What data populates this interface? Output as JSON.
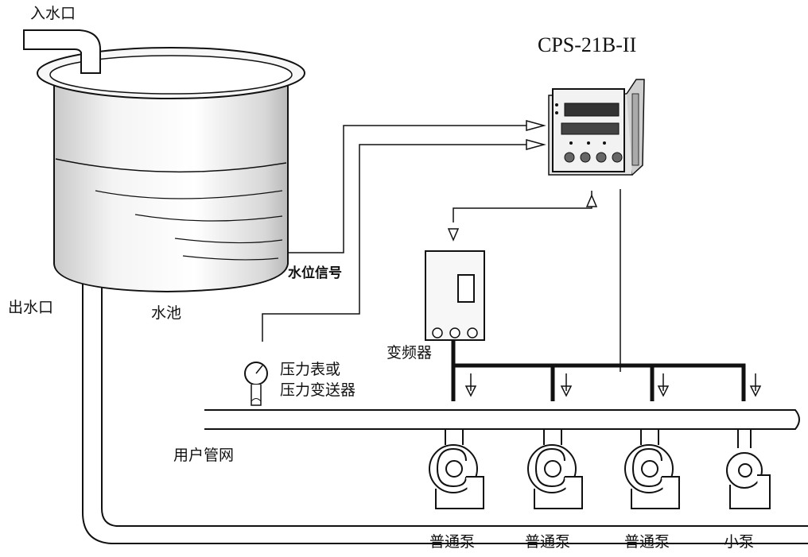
{
  "device": {
    "model": "CPS-21B-II"
  },
  "labels": {
    "inlet": "入水口",
    "outlet": "出水口",
    "tank": "水池",
    "level_signal": "水位信号",
    "gauge_line1": "压力表或",
    "gauge_line2": "压力变送器",
    "vfd": "变频器",
    "network": "用户管网"
  },
  "pumps": [
    {
      "label": "普通泵"
    },
    {
      "label": "普通泵"
    },
    {
      "label": "普通泵"
    },
    {
      "label": "小泵"
    }
  ]
}
